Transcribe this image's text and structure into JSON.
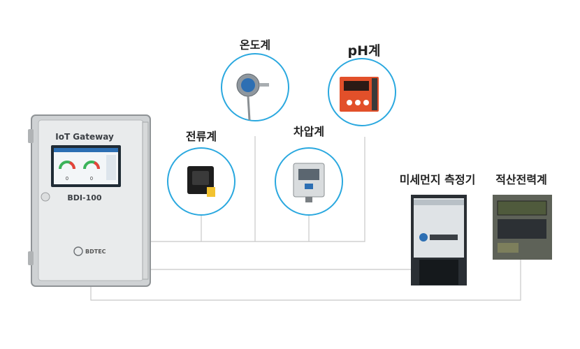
{
  "gateway": {
    "title": "IoT Gateway",
    "model": "BDI-100",
    "brand": "BDTEC"
  },
  "devices": {
    "current_meter": "전류계",
    "thermometer": "온도계",
    "ph_meter": "pH계",
    "pressure_gauge": "차압계",
    "dust_meter": "미세먼지 측정기",
    "power_meter": "적산전력계"
  },
  "colors": {
    "accent": "#2aa8df",
    "line": "#c8c8c8",
    "ph_panel": "#e2502a"
  }
}
